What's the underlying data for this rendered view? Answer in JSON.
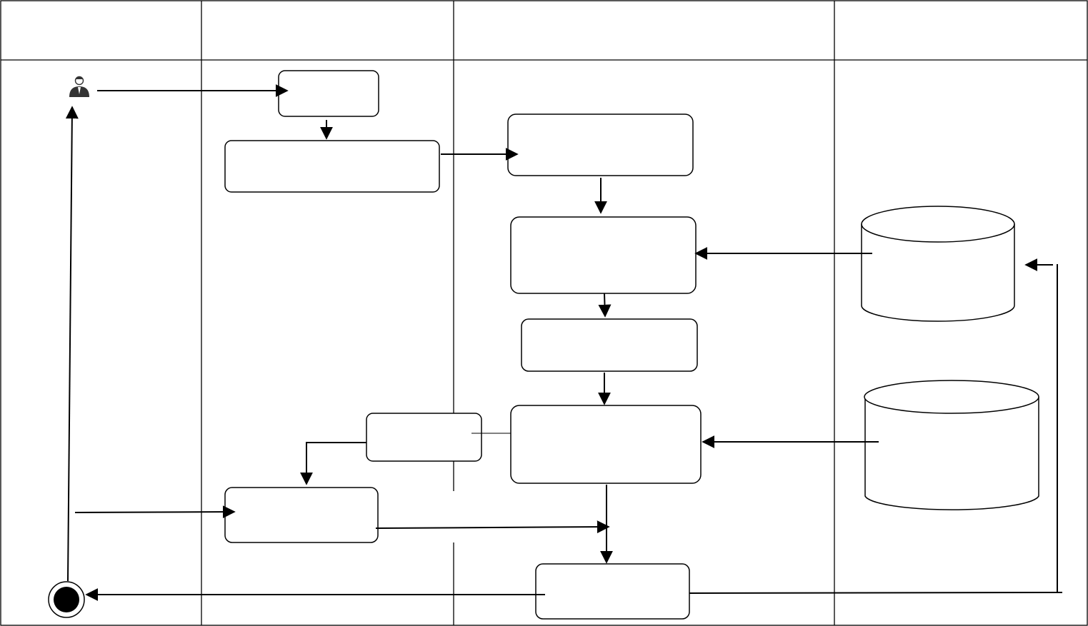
{
  "diagram": {
    "lanes": [
      {
        "id": "lane-1",
        "title": ""
      },
      {
        "id": "lane-2",
        "title": ""
      },
      {
        "id": "lane-3",
        "title": ""
      },
      {
        "id": "lane-4",
        "title": ""
      }
    ],
    "nodes": [
      {
        "id": "start-action",
        "kind": "rounded-box",
        "label": ""
      },
      {
        "id": "step-2",
        "kind": "rounded-box",
        "label": ""
      },
      {
        "id": "process-1",
        "kind": "rounded-box",
        "label": ""
      },
      {
        "id": "process-2",
        "kind": "rounded-box",
        "label": ""
      },
      {
        "id": "process-3",
        "kind": "rounded-box",
        "label": ""
      },
      {
        "id": "process-4",
        "kind": "rounded-box",
        "label": ""
      },
      {
        "id": "decision-box",
        "kind": "rounded-box",
        "label": ""
      },
      {
        "id": "step-3",
        "kind": "rounded-box",
        "label": ""
      },
      {
        "id": "final-process",
        "kind": "rounded-box",
        "label": ""
      },
      {
        "id": "database-1",
        "kind": "database",
        "label": ""
      },
      {
        "id": "database-2",
        "kind": "database",
        "label": ""
      }
    ],
    "icons": {
      "actor": "user-icon",
      "end": "end-node-icon"
    },
    "colors": {
      "stroke": "#000000",
      "background": "#ffffff"
    }
  }
}
